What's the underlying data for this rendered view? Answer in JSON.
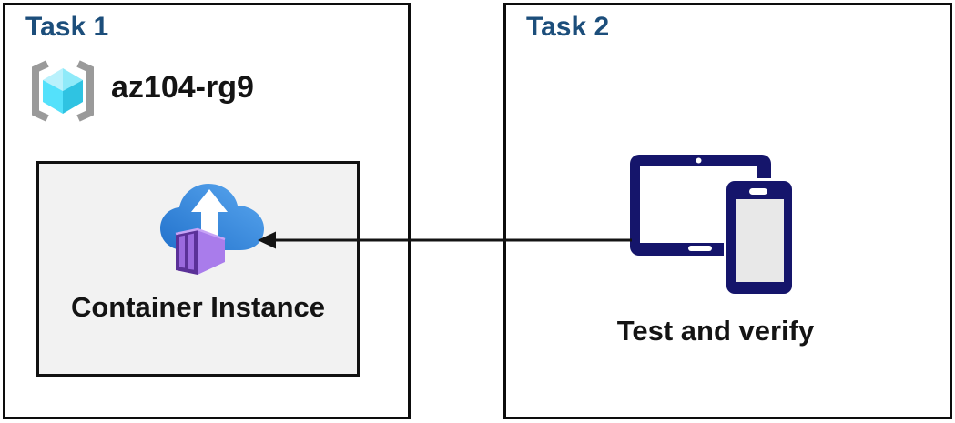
{
  "task1": {
    "title": "Task 1",
    "resource_group": {
      "icon": "azure-resource-group",
      "label": "az104-rg9"
    },
    "container_box": {
      "icon": "azure-container-instance",
      "label": "Container Instance"
    }
  },
  "task2": {
    "title": "Task 2",
    "devices": {
      "icon": "tablet-and-phone",
      "label": "Test and verify"
    }
  },
  "arrow": {
    "from": "task2-devices",
    "to": "container-instance",
    "direction": "right-to-left"
  },
  "colors": {
    "task_title": "#1c4e7b",
    "box_border": "#0d0d0d",
    "inner_box_fill": "#f2f2f2",
    "label_text": "#141414",
    "device_navy": "#15156b",
    "cloud_blue_dark": "#2272cc",
    "cloud_blue_light": "#5aa7ef",
    "container_purple_front": "#5b3198",
    "container_purple_side": "#a97ceb",
    "container_purple_doors": "#9b6ade",
    "rg_bracket_gray": "#9a9a9a",
    "rg_cube_top_left": "#b9f1fc",
    "rg_cube_top_right": "#8feaf9",
    "rg_cube_bottom_left": "#54e1fb",
    "rg_cube_bottom_right": "#2fc3e2",
    "arrow_black": "#141414"
  }
}
